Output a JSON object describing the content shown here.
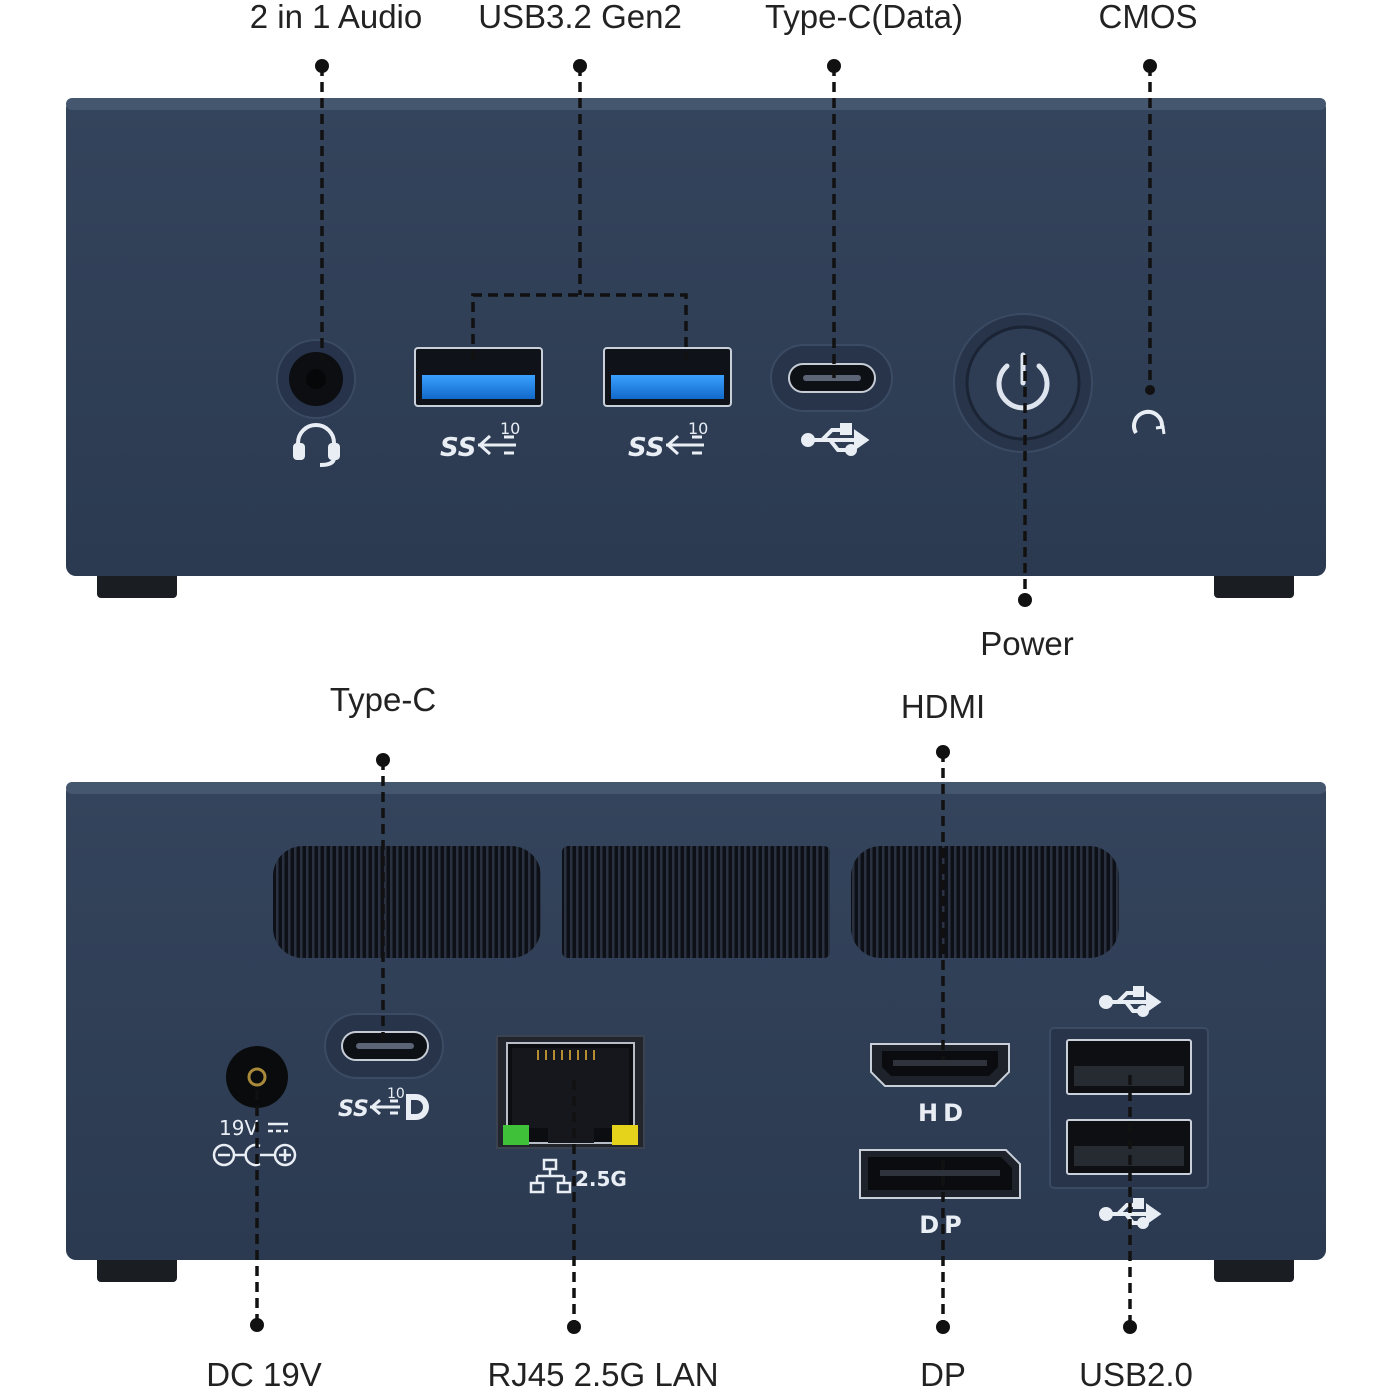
{
  "colors": {
    "chassis": "#2e3d54",
    "chassis_top": "#3b4b63",
    "usb3_blue": "#1f86e6",
    "foot": "#1a1d22",
    "led_green": "#3fc23a",
    "led_yellow": "#e5d21a"
  },
  "front_panel": {
    "labels": {
      "audio": "2 in 1 Audio",
      "usb32": "USB3.2 Gen2",
      "typec_data": "Type-C(Data)",
      "cmos": "CMOS",
      "power": "Power"
    },
    "markings": {
      "ss_speed": "10"
    },
    "icons": [
      "headset-icon",
      "superspeed-10-icon",
      "usb-icon",
      "power-icon",
      "cmos-reset-icon"
    ]
  },
  "rear_panel": {
    "labels": {
      "typec": "Type-C",
      "hdmi": "HDMI",
      "dc": "DC 19V",
      "rj45": "RJ45 2.5G LAN",
      "dp": "DP",
      "usb20": "USB2.0"
    },
    "markings": {
      "hd": "HD",
      "dp": "DP",
      "voltage": "19V",
      "lan_speed": "2.5G",
      "ss_speed": "10"
    },
    "icons": [
      "superspeed-10-icon",
      "displayport-icon",
      "network-icon",
      "dc-polarity-icon",
      "usb-icon"
    ]
  }
}
